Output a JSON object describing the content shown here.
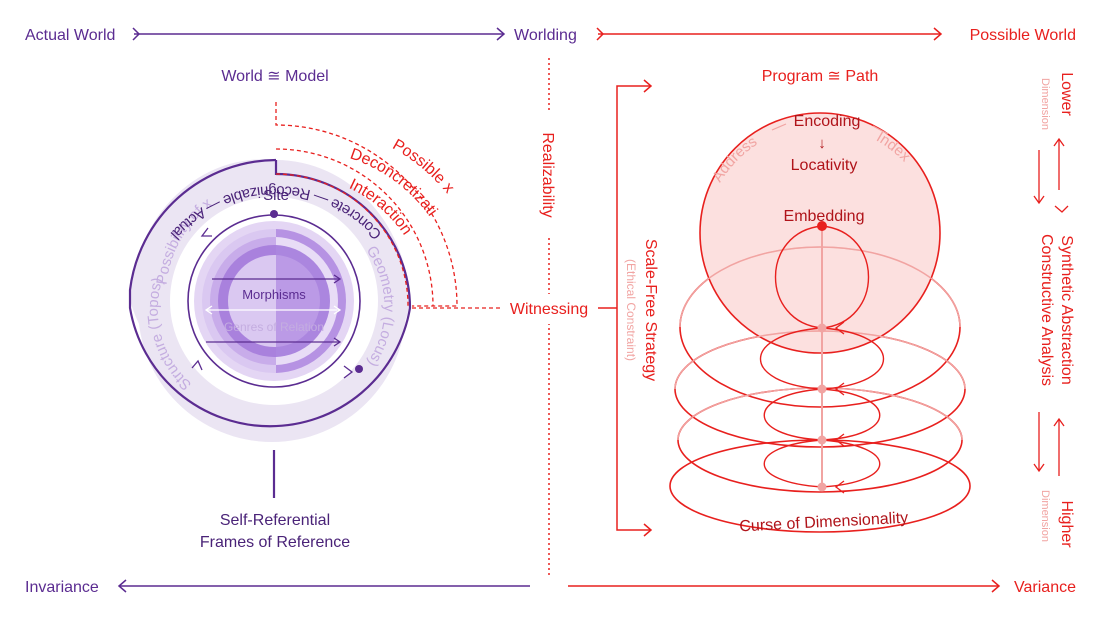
{
  "axes": {
    "top_left": "Actual World",
    "top_center": "Worlding",
    "top_right": "Possible World",
    "bottom_left": "Invariance",
    "bottom_right": "Variance",
    "center_vertical": "Realizability"
  },
  "left": {
    "title": "World ≅ Model",
    "site": "Site",
    "possibility": "Possibility of x",
    "structure": "Structure (Topos)",
    "geometry": "Geometry (Locus)",
    "morphisms": "Morphisms",
    "genres": "Genres of Relation",
    "outer_arc": "Concrete — Recognizable — Actual",
    "arcs": [
      "Possible x",
      "Deconcretization",
      "Interaction"
    ],
    "caption_line1": "Self-Referential",
    "caption_line2": "Frames of Reference"
  },
  "middle": {
    "witnessing": "Witnessing",
    "strategy": "Scale-Free Strategy",
    "strategy_sub": "(Ethical Constraint)"
  },
  "right": {
    "title": "Program ≅ Path",
    "encoding": "Encoding",
    "address": "Address",
    "index": "Index",
    "arrow": "↓",
    "locativity": "Locativity",
    "embedding": "Embedding",
    "curse": "Curse of Dimensionality",
    "lower": "Lower",
    "higher": "Higher",
    "dimension": "Dimension",
    "synthetic": "Synthetic Abstraction",
    "constructive": "Constructive Analysis"
  },
  "colors": {
    "purple": "#5b2c91",
    "lavender": "#c4ade0",
    "red": "#e8201e",
    "pink": "#f1a4a2"
  }
}
